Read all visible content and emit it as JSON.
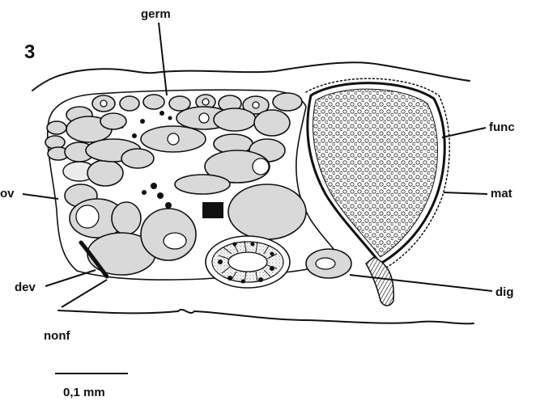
{
  "figure": {
    "number": "3",
    "labels": {
      "germ": "germ",
      "func": "func",
      "ov": "ov",
      "mat": "mat",
      "dev": "dev",
      "dig": "dig",
      "nonf": "nonf"
    },
    "scale_bar": "0,1 mm"
  },
  "colors": {
    "ink": "#111111",
    "paper": "#ffffff",
    "stipple": "#d9d9d9"
  }
}
